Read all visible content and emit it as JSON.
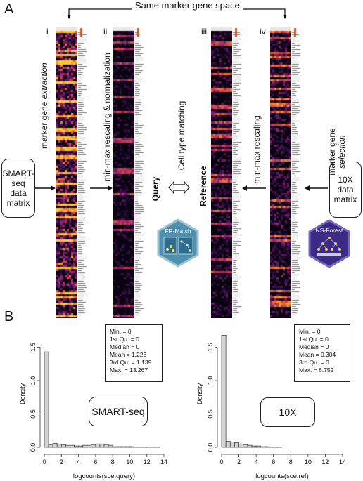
{
  "panel_a": {
    "letter": "A",
    "top_label": "Same marker gene space",
    "heatmaps": [
      {
        "numeral": "i"
      },
      {
        "numeral": "ii"
      },
      {
        "numeral": "iii"
      },
      {
        "numeral": "iv"
      }
    ],
    "left_box": "SMART-seq data matrix",
    "right_box": "10X data matrix",
    "label_extraction_prefix": "marker gene ",
    "label_extraction_italic": "extraction",
    "label_rescale_norm": "min-max rescaling & normalization",
    "label_query": "Query",
    "label_matching": "Cell type matching",
    "label_reference": "Reference",
    "label_rescale": "min-max rescaling",
    "label_selection_prefix": "marker gene",
    "label_selection_italic": "selection",
    "badge_frmatch": "FR-Match",
    "badge_nsforest": "NS-Forest",
    "colors": {
      "heat_bg": "#0a0410",
      "frmatch_fill": "#4f8fb0",
      "frmatch_border": "#9ec2cf",
      "nsforest_fill": "#3b2a86",
      "nsforest_border": "#7766bb"
    }
  },
  "panel_b": {
    "letter": "B",
    "chart_data": [
      {
        "type": "bar",
        "xlabel": "logcounts(sce.query)",
        "ylabel": "Density",
        "xlim": [
          0,
          14
        ],
        "ylim": [
          0,
          1.6
        ],
        "xticks": [
          0,
          2,
          4,
          6,
          8,
          10,
          12,
          14
        ],
        "yticks": [
          0.0,
          0.5,
          1.0,
          1.5
        ],
        "bin_width": 0.5,
        "bins_start": 0,
        "values": [
          1.43,
          0.04,
          0.06,
          0.05,
          0.04,
          0.03,
          0.03,
          0.02,
          0.02,
          0.03,
          0.03,
          0.04,
          0.05,
          0.05,
          0.04,
          0.03,
          0.01,
          0.01,
          0.01,
          0.01,
          0.01,
          0.005,
          0.005,
          0.005,
          0.003,
          0.002,
          0.001
        ],
        "label": "SMART-seq",
        "stats": [
          "Min. = 0",
          "1st Qu. = 0",
          "Median = 0",
          "Mean = 1.223",
          "3rd Qu. = 1.139",
          "Max. = 13.267"
        ]
      },
      {
        "type": "bar",
        "xlabel": "logcounts(sce.ref)",
        "ylabel": "Density",
        "xlim": [
          0,
          14
        ],
        "ylim": [
          0,
          1.6
        ],
        "xticks": [
          0,
          2,
          4,
          6,
          8,
          10,
          12,
          14
        ],
        "yticks": [
          0.0,
          0.5,
          1.0,
          1.5
        ],
        "bin_width": 0.5,
        "bins_start": 0,
        "values": [
          1.68,
          0.09,
          0.08,
          0.07,
          0.05,
          0.04,
          0.03,
          0.02,
          0.02,
          0.01,
          0.01,
          0.005,
          0.004,
          0.003
        ],
        "label": "10X",
        "stats": [
          "Min. = 0",
          "1st Qu. = 0",
          "Median = 0",
          "Mean = 0.304",
          "3rd Qu. = 0",
          "Max. = 6.752"
        ]
      }
    ]
  }
}
